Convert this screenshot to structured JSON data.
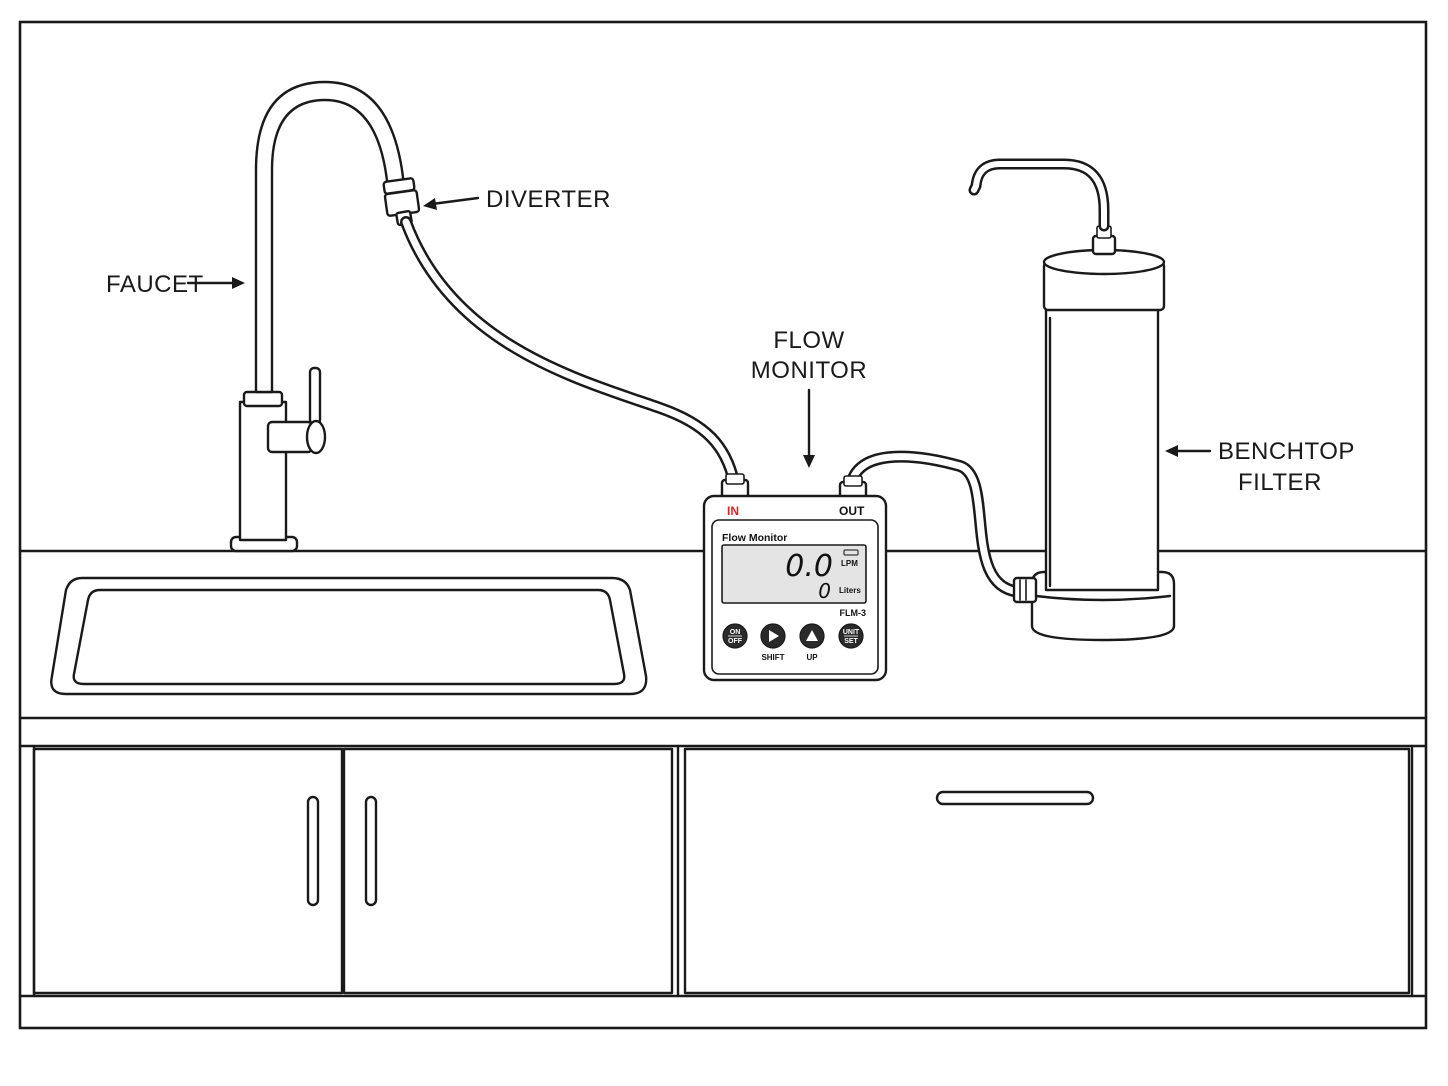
{
  "callouts": {
    "faucet": "FAUCET",
    "diverter": "DIVERTER",
    "flow_monitor_line1": "FLOW",
    "flow_monitor_line2": "MONITOR",
    "benchtop_filter_line1": "BENCHTOP",
    "benchtop_filter_line2": "FILTER"
  },
  "device": {
    "title": "Flow Monitor",
    "port_in": "IN",
    "port_out": "OUT",
    "flow_rate": "0.0",
    "flow_unit": "LPM",
    "total": "0",
    "total_unit": "Liters",
    "model": "FLM-3",
    "buttons": {
      "on_off_top": "ON",
      "on_off_bottom": "OFF",
      "shift_caption": "SHIFT",
      "up_caption": "UP",
      "unit_top": "UNIT",
      "unit_bottom": "SET"
    }
  },
  "colors": {
    "line": "#1a1a1a",
    "port_in": "#d9262a",
    "lcd_bg": "#e4e4e4",
    "button": "#2a2a2a"
  }
}
